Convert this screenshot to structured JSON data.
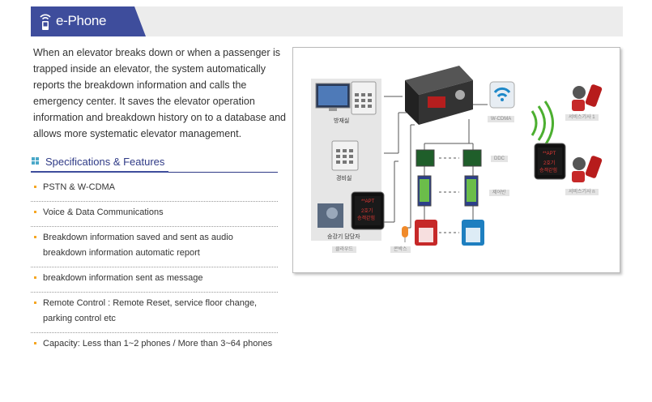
{
  "header": {
    "title": "e-Phone",
    "icon": "phone-signal-icon",
    "colors": {
      "tab": "#3e4d9c",
      "bar": "#ececec"
    }
  },
  "description": "When an elevator breaks down or when a passenger is trapped inside an elevator, the system automatically reports the breakdown information and calls the emergency center. It saves the elevator operation information and breakdown history on to a database and allows more systematic elevator management.",
  "specs": {
    "title": "Specifications & Features",
    "items": [
      "PSTN & W-CDMA",
      "Voice & Data Communications",
      "Breakdown information saved and sent as audio breakdown information automatic report",
      "breakdown information sent as message",
      "Remote Control : Remote Reset, service floor change, parking control etc",
      "Capacity: Less than 1~2 phones / More than 3~64 phones"
    ]
  },
  "diagram": {
    "labels": {
      "disaster_room": "방재실",
      "security_room": "경비실",
      "elevator_manager": "승강기 담당자",
      "screen_text_1": "**APT",
      "screen_text_2": "2호기",
      "screen_text_3": "승객갇힘"
    },
    "tags": {
      "cloud": "클라우드",
      "mic": "콘박스",
      "wcdma": "W-CDMA",
      "ddc": "DDC",
      "control_panel": "제어반",
      "engineer_1": "서비스기사 1",
      "engineer_n": "서비스기사 n"
    }
  }
}
